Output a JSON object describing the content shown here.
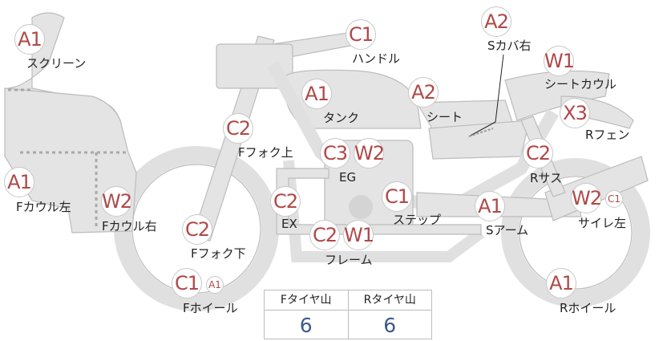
{
  "parts": [
    {
      "id": "screen",
      "label": "スクリーン",
      "badges": [
        "A1"
      ]
    },
    {
      "id": "handle",
      "label": "ハンドル",
      "badges": [
        "C1"
      ]
    },
    {
      "id": "s-cover-right",
      "label": "Sカバ右",
      "badges": [
        "A2"
      ]
    },
    {
      "id": "seat-cowl",
      "label": "シートカウル",
      "badges": [
        "W1"
      ]
    },
    {
      "id": "tank",
      "label": "タンク",
      "badges": [
        "A1"
      ]
    },
    {
      "id": "seat",
      "label": "シート",
      "badges": [
        "A2"
      ]
    },
    {
      "id": "r-fender",
      "label": "Rフェン",
      "badges": [
        "X3"
      ]
    },
    {
      "id": "f-fork-upper",
      "label": "Fフォク上",
      "badges": [
        "C2"
      ]
    },
    {
      "id": "engine",
      "label": "EG",
      "badges": [
        "C3",
        "W2"
      ]
    },
    {
      "id": "r-sus",
      "label": "Rサス",
      "badges": [
        "C2"
      ]
    },
    {
      "id": "f-cowl-left",
      "label": "Fカウル左",
      "badges": [
        "A1"
      ]
    },
    {
      "id": "f-cowl-right",
      "label": "Fカウル右",
      "badges": [
        "W2"
      ]
    },
    {
      "id": "exhaust",
      "label": "EX",
      "badges": [
        "C2"
      ]
    },
    {
      "id": "step",
      "label": "ステップ",
      "badges": [
        "C1"
      ]
    },
    {
      "id": "s-arm",
      "label": "Sアーム",
      "badges": [
        "A1"
      ]
    },
    {
      "id": "silencer-left",
      "label": "サイレ左",
      "badges": [
        "W2",
        "C1"
      ]
    },
    {
      "id": "f-fork-lower",
      "label": "Fフォク下",
      "badges": [
        "C2"
      ]
    },
    {
      "id": "frame",
      "label": "フレーム",
      "badges": [
        "C2",
        "W1"
      ]
    },
    {
      "id": "f-wheel",
      "label": "Fホイール",
      "badges": [
        "C1",
        "A1"
      ]
    },
    {
      "id": "r-wheel",
      "label": "Rホイール",
      "badges": [
        "A1"
      ]
    }
  ],
  "tire_tread": {
    "front_header": "Fタイヤ山",
    "front_value": "6",
    "rear_header": "Rタイヤ山",
    "rear_value": "6"
  }
}
